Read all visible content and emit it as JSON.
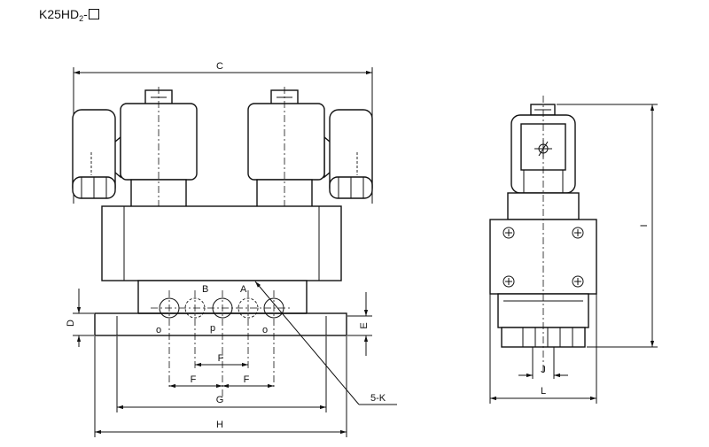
{
  "title": {
    "main": "K25HD",
    "sub": "2",
    "dash": "-"
  },
  "labels": {
    "C": "C",
    "A": "A",
    "B": "B",
    "D": "D",
    "E": "E",
    "o1": "o",
    "p": "p",
    "o2": "o",
    "F_top": "F",
    "F_left": "F",
    "F_right": "F",
    "G": "G",
    "H": "H",
    "K": "5-K",
    "I": "I",
    "J": "J",
    "L": "L"
  },
  "colors": {
    "line": "#111111",
    "background": "#ffffff"
  }
}
